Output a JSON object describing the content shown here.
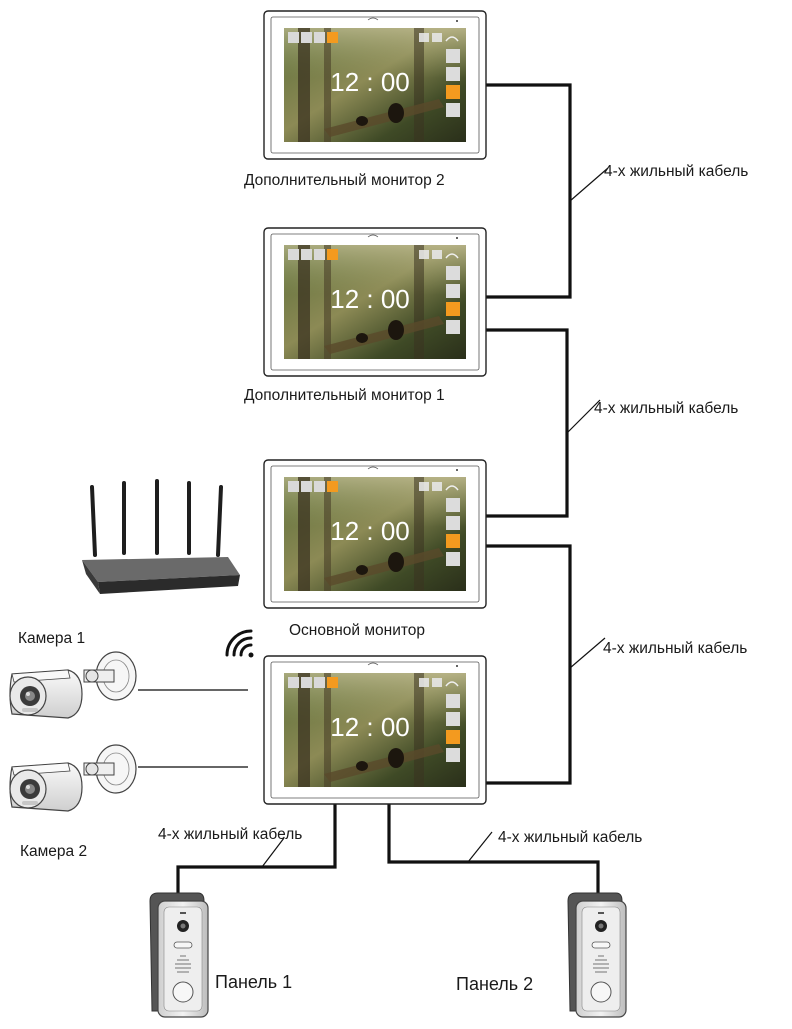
{
  "monitors": [
    {
      "id": "extra2",
      "label": "Дополнительный монитор 2",
      "clock": "12 : 00"
    },
    {
      "id": "extra1",
      "label": "Дополнительный монитор 1",
      "clock": "12 : 00"
    },
    {
      "id": "main",
      "label": "Основной монитор",
      "clock": "12 : 00"
    },
    {
      "id": "bottom",
      "label": "",
      "clock": "12 : 00"
    }
  ],
  "cable_labels": {
    "c1": "4-х жильный кабель",
    "c2": "4-х жильный кабель",
    "c3": "4-х жильный кабель",
    "panel1": "4-х жильный кабель",
    "panel2": "4-х жильный кабель"
  },
  "cameras": [
    {
      "id": "cam1",
      "label": "Камера 1"
    },
    {
      "id": "cam2",
      "label": "Камера 2"
    }
  ],
  "panels": [
    {
      "id": "panel1",
      "label": "Панель 1"
    },
    {
      "id": "panel2",
      "label": "Панель 2"
    }
  ],
  "icons": {
    "router": "router-icon",
    "wifi": "wifi-icon",
    "camera": "camera-icon",
    "panel": "door-panel-icon",
    "monitor": "video-monitor-icon"
  },
  "colors": {
    "cable": "#111111",
    "accent_orange": "#f39a1f",
    "screen_dark": "#2e3a22",
    "panel_body": "#dcdcdc"
  }
}
